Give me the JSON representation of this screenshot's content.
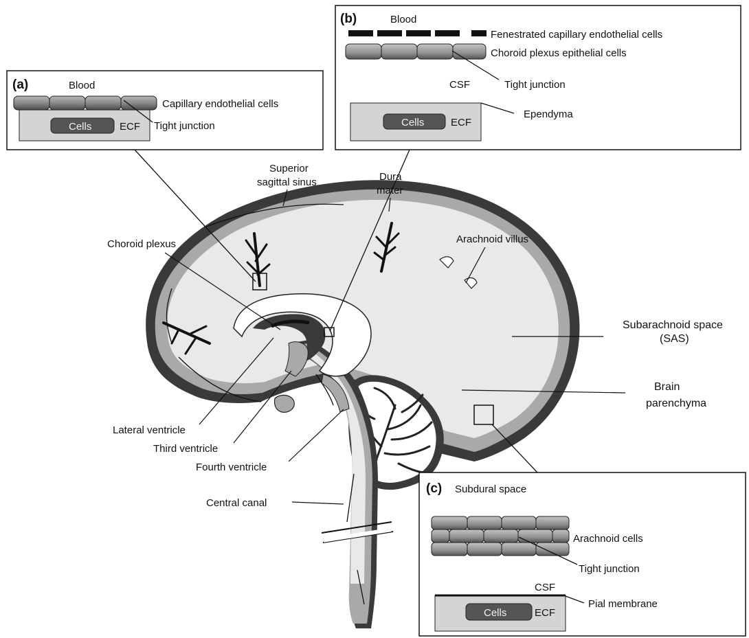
{
  "panel_a": {
    "letter": "(a)",
    "blood": "Blood",
    "capillary_cells": "Capillary endothelial cells",
    "tight_junction": "Tight junction",
    "cells": "Cells",
    "ecf": "ECF"
  },
  "panel_b": {
    "letter": "(b)",
    "blood": "Blood",
    "fenestrated": "Fenestrated capillary endothelial cells",
    "choroid_epithelial": "Choroid plexus epithelial cells",
    "csf": "CSF",
    "tight_junction": "Tight junction",
    "ependyma": "Ependyma",
    "cells": "Cells",
    "ecf": "ECF"
  },
  "panel_c": {
    "letter": "(c)",
    "subdural": "Subdural space",
    "arachnoid_cells": "Arachnoid cells",
    "tight_junction": "Tight junction",
    "csf": "CSF",
    "pial": "Pial membrane",
    "cells": "Cells",
    "ecf": "ECF"
  },
  "brain": {
    "superior_line1": "Superior",
    "superior_line2": "sagittal sinus",
    "dura_line1": "Dura",
    "dura_line2": "mater",
    "choroid_plexus": "Choroid plexus",
    "arachnoid_villus": "Arachnoid villus",
    "sas_line1": "Subarachnoid space",
    "sas_line2": "(SAS)",
    "parenchyma_line1": "Brain",
    "parenchyma_line2": "parenchyma",
    "lateral_ventricle": "Lateral ventricle",
    "third_ventricle": "Third ventricle",
    "fourth_ventricle": "Fourth ventricle",
    "central_canal": "Central canal"
  },
  "colors": {
    "ecf_fill": "#d4d4d4",
    "cell_fill": "#555555",
    "endothelial_fill": "#8a8a8a",
    "sas_fill": "#a9a9a9",
    "parenchyma_fill": "#e9e9e9",
    "dura_fill": "#3a3a3a"
  }
}
